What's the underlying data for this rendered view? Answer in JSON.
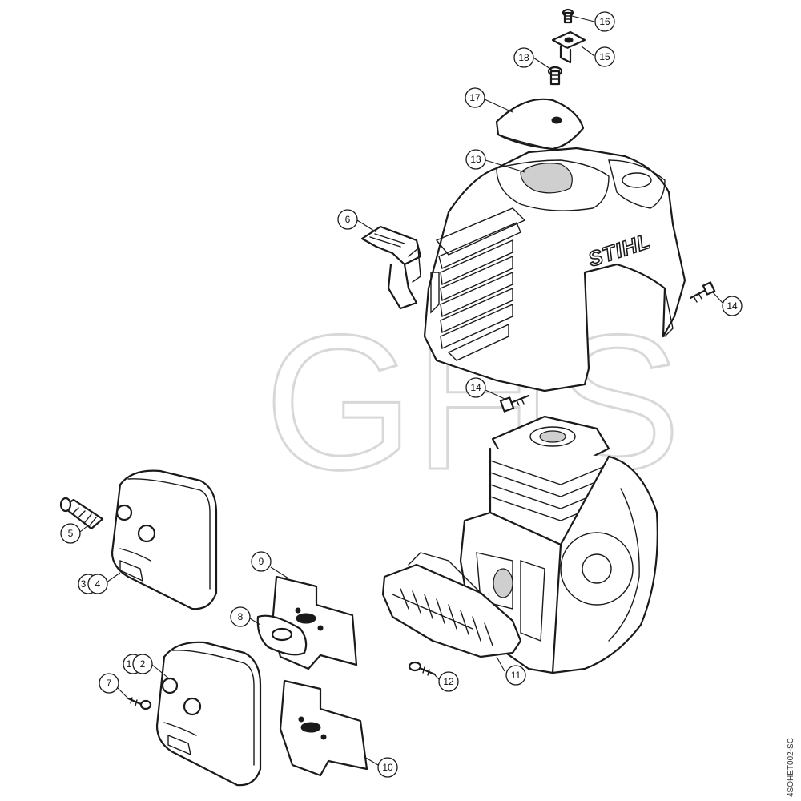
{
  "diagram": {
    "brand_label": "STIHL",
    "watermark": "GHS",
    "drawing_code": "4SOHET002-SC",
    "callouts": [
      {
        "id": "c16",
        "label": "16"
      },
      {
        "id": "c15",
        "label": "15"
      },
      {
        "id": "c18",
        "label": "18"
      },
      {
        "id": "c17",
        "label": "17"
      },
      {
        "id": "c13",
        "label": "13"
      },
      {
        "id": "c6",
        "label": "6"
      },
      {
        "id": "c14a",
        "label": "14"
      },
      {
        "id": "c14b",
        "label": "14"
      },
      {
        "id": "c5",
        "label": "5"
      },
      {
        "id": "c34",
        "label": "3"
      },
      {
        "id": "c34b",
        "label": "4"
      },
      {
        "id": "c9",
        "label": "9"
      },
      {
        "id": "c8",
        "label": "8"
      },
      {
        "id": "c12",
        "label": "1"
      },
      {
        "id": "c12b",
        "label": "2"
      },
      {
        "id": "c7",
        "label": "7"
      },
      {
        "id": "c12s",
        "label": "12"
      },
      {
        "id": "c11",
        "label": "11"
      },
      {
        "id": "c10",
        "label": "10"
      }
    ]
  }
}
